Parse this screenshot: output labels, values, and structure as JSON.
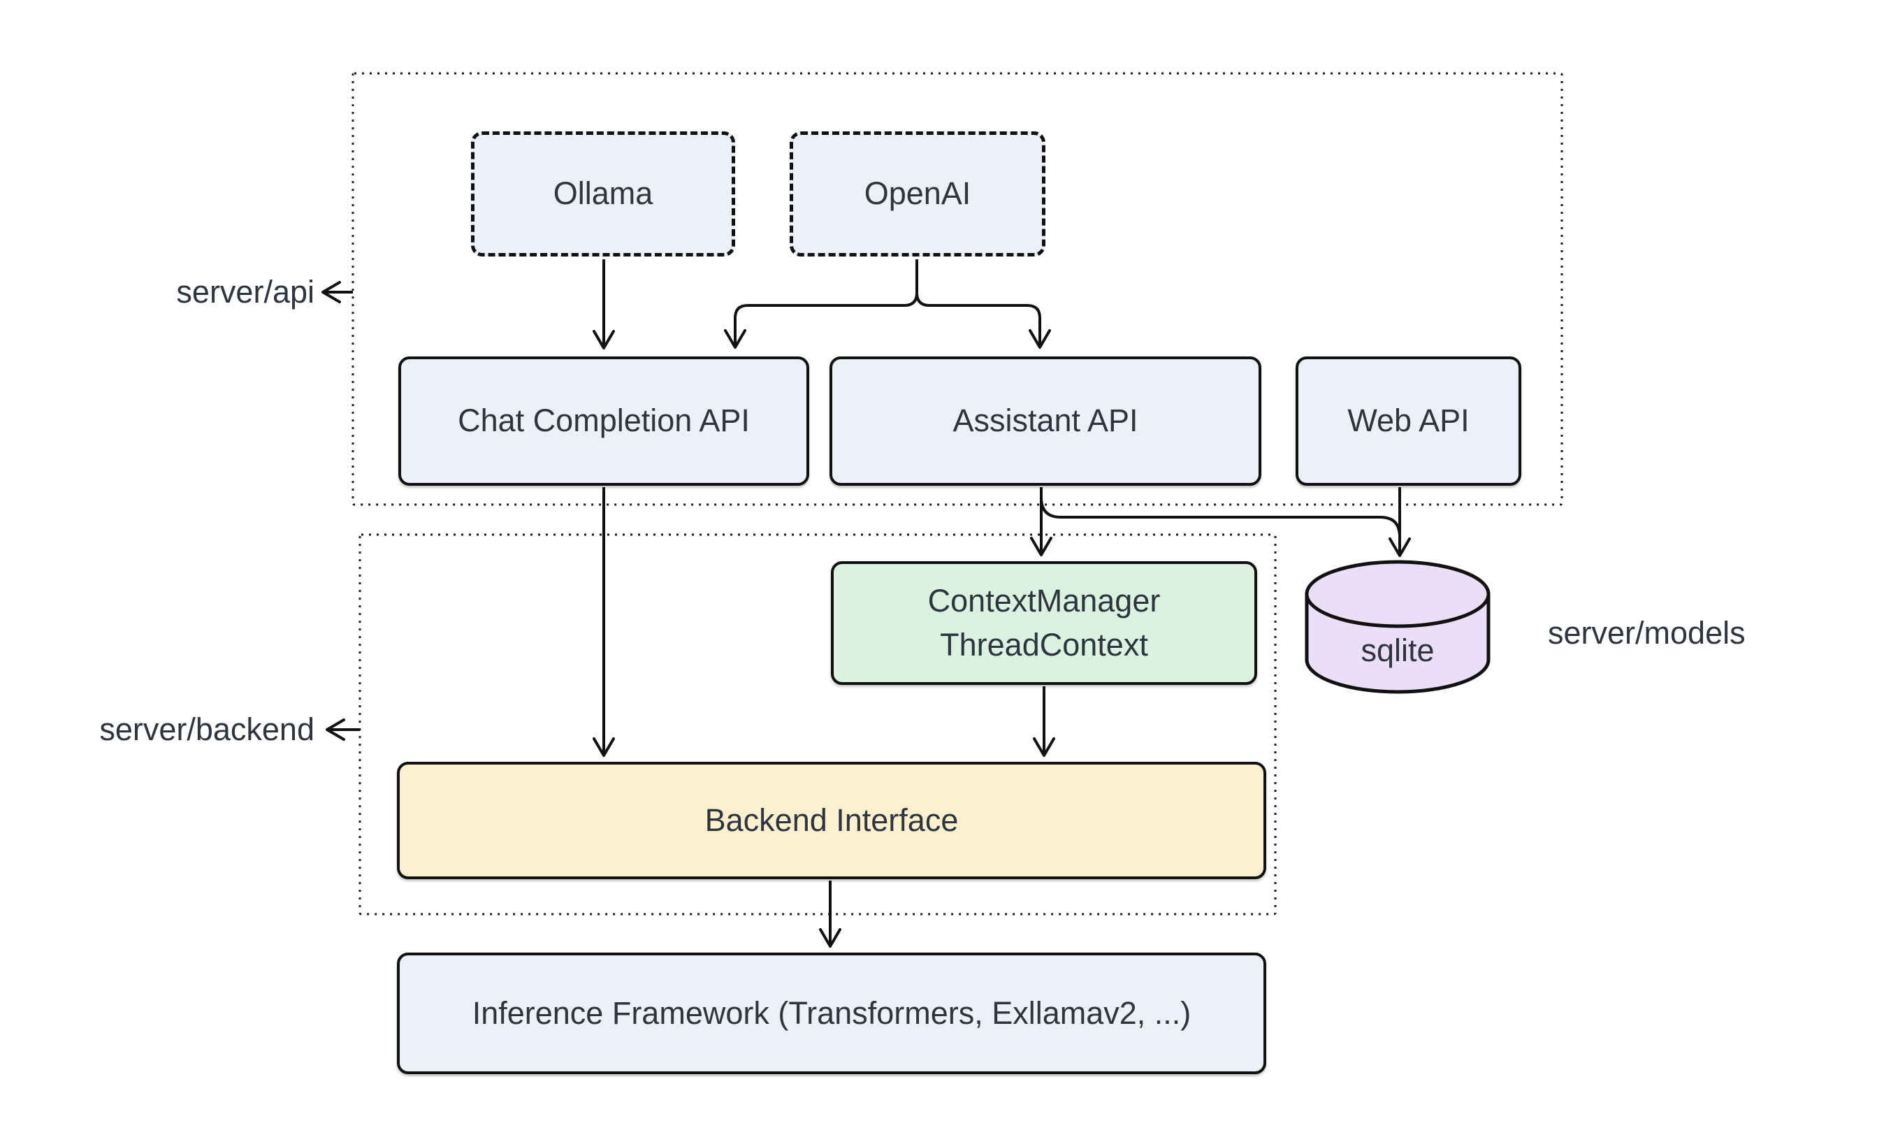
{
  "diagram": {
    "title": "server architecture diagram",
    "containers": {
      "server_api": {
        "label": "server/api"
      },
      "server_backend": {
        "label": "server/backend"
      }
    },
    "nodes": {
      "ollama": {
        "label": "Ollama"
      },
      "openai": {
        "label": "OpenAI"
      },
      "chat_completion": {
        "label": "Chat Completion API"
      },
      "assistant": {
        "label": "Assistant API"
      },
      "web_api": {
        "label": "Web API"
      },
      "context_manager": {
        "label": "ContextManager\nThreadContext"
      },
      "backend_interface": {
        "label": "Backend Interface"
      },
      "inference": {
        "label": "Inference Framework (Transformers, Exllamav2, ...)"
      },
      "sqlite": {
        "label": "sqlite"
      }
    },
    "external_labels": {
      "server_models": {
        "label": "server/models"
      }
    },
    "edges": [
      {
        "from": "Ollama",
        "to": "Chat Completion API"
      },
      {
        "from": "OpenAI",
        "to": "Chat Completion API"
      },
      {
        "from": "OpenAI",
        "to": "Assistant API"
      },
      {
        "from": "Chat Completion API",
        "to": "Backend Interface"
      },
      {
        "from": "Assistant API",
        "to": "ContextManager ThreadContext"
      },
      {
        "from": "Assistant API",
        "to": "sqlite"
      },
      {
        "from": "Web API",
        "to": "sqlite"
      },
      {
        "from": "ContextManager ThreadContext",
        "to": "Backend Interface"
      },
      {
        "from": "Backend Interface",
        "to": "Inference Framework (Transformers, Exllamav2, ...)"
      }
    ],
    "colors": {
      "background": "#ffffff",
      "node_blue": "#ecf0f9",
      "node_green": "#dcf2e0",
      "node_yellow": "#fcf0ce",
      "node_purple": "#ebdff8",
      "border": "#111111",
      "text": "#2f353e"
    }
  }
}
